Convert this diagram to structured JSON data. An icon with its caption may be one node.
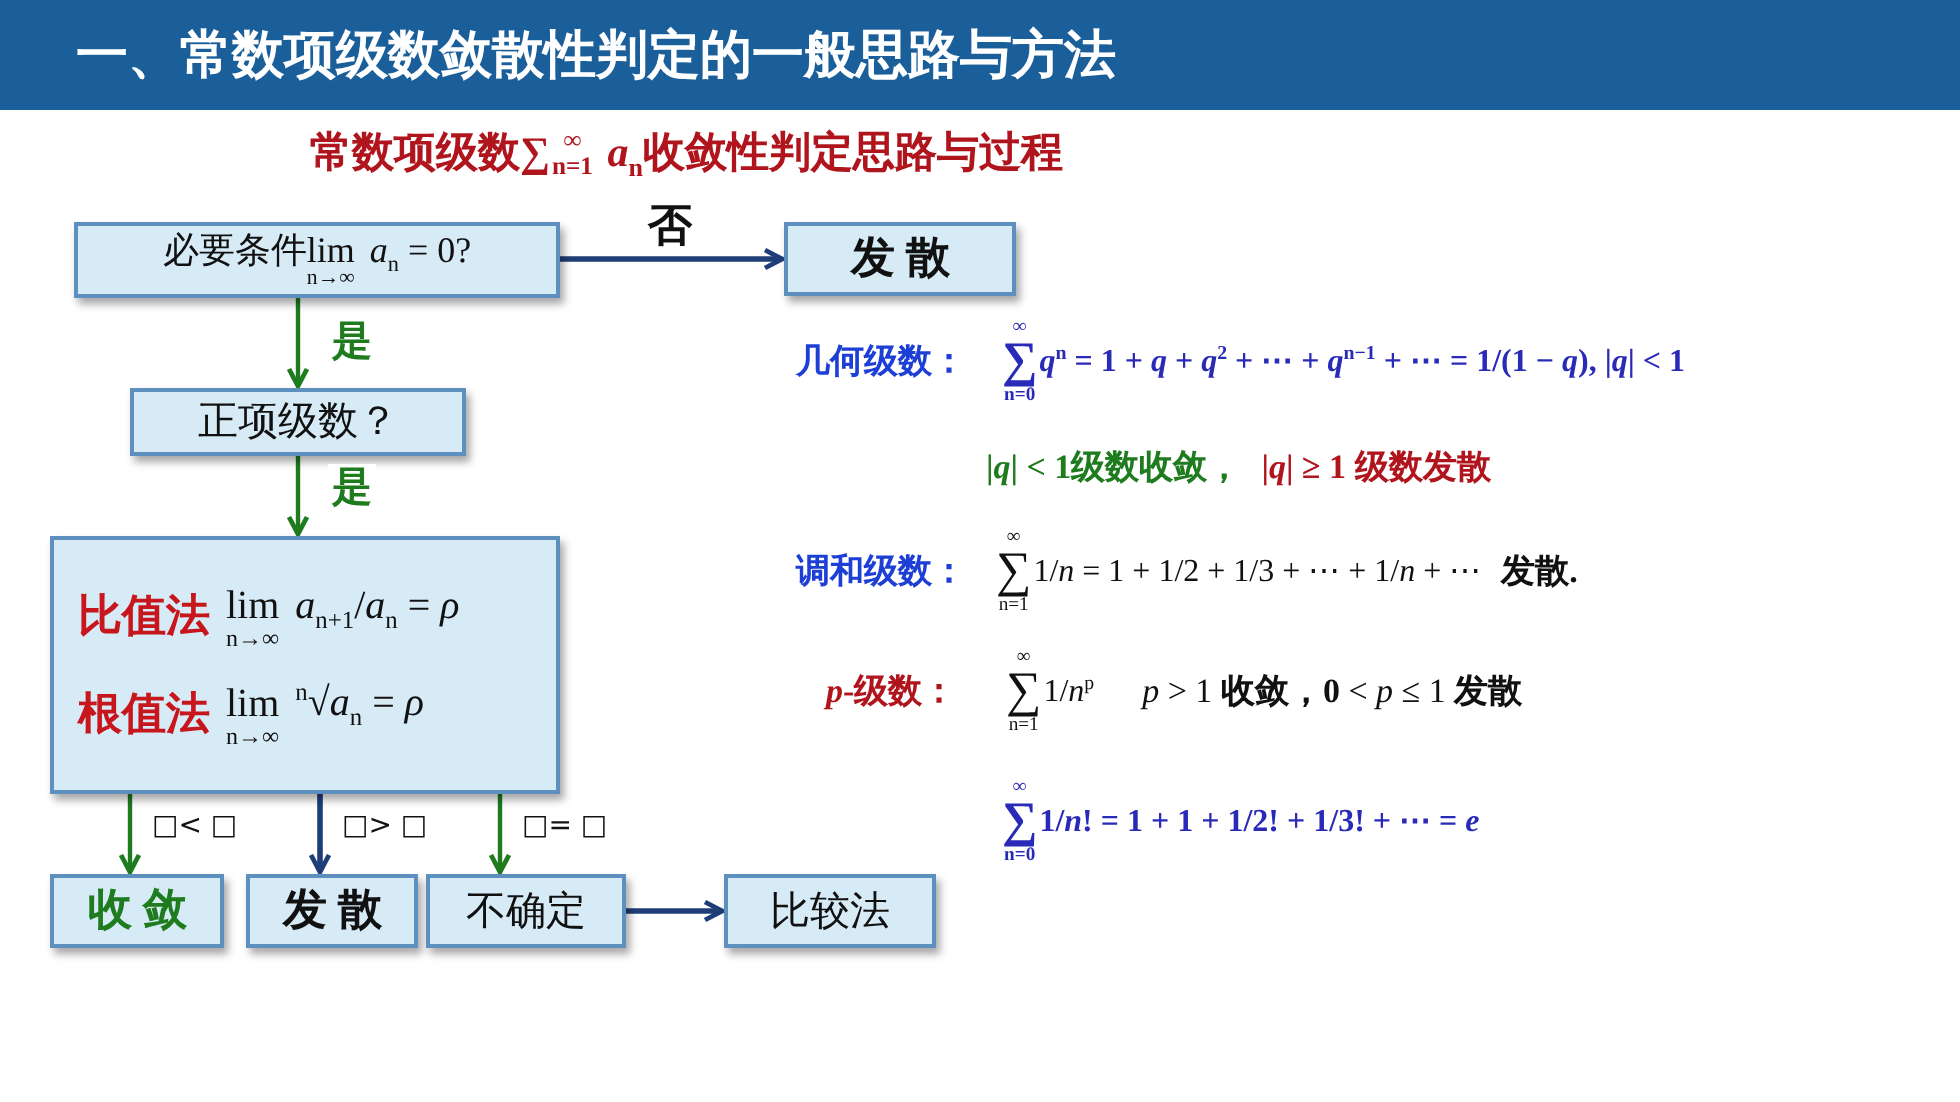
{
  "diagram": {
    "title": "一、常数项级数敛散性判定的一般思路与方法",
    "nodes": [
      {
        "text": [
          "必要条件lim$_{n→∞}$ *a*$_{n}$ = 0?"
        ]
      },
      {
        "text": [
          "发 散"
        ]
      },
      {
        "text": [
          "正项级数？"
        ]
      },
      {
        "text": [
          "比值法",
          "lim$_{n→∞}$ *a*$_{n+1}$/*a*$_{n}$ = *ρ*",
          "根值法",
          "lim$_{n→∞}$ $^{n}$√*a*$_{n}$ = *ρ*"
        ]
      },
      {
        "text": [
          "收 敛"
        ]
      },
      {
        "text": [
          "发 散"
        ]
      },
      {
        "text": [
          "不确定"
        ]
      },
      {
        "text": [
          "比较法"
        ]
      }
    ],
    "edges": [
      {
        "from": 0,
        "to": 1,
        "arrow": "to",
        "label": "否",
        "color": "#1f3e78"
      },
      {
        "from": 0,
        "to": 2,
        "arrow": "to",
        "label": "是"
      },
      {
        "from": 2,
        "to": 3,
        "arrow": "to",
        "label": "是"
      },
      {
        "from": 3,
        "to": 4,
        "arrow": "to",
        "label": "□< □"
      },
      {
        "from": 3,
        "to": 5,
        "arrow": "to",
        "label": "□> □",
        "color": "#1f3e78"
      },
      {
        "from": 3,
        "to": 6,
        "arrow": "to",
        "label": "□= □"
      },
      {
        "from": 6,
        "to": 7,
        "arrow": "to",
        "color": "#1f3e78"
      }
    ],
    "labels": [
      "常数项级数∑$_{n=1}$$^{∞}$ *a*$_{n}$收敛性判定思路与过程",
      "几何级数：",
      "∑$_{n=0}$$^{∞}$*q*$^{n}$ = 1 + *q* + *q*$^{2}$ + ⋯ + *q*$^{n−1}$ + ⋯ = 1/(1 − *q*), |*q*| < 1",
      "|*q*| < 1级数收敛，",
      "|*q*| ≥ 1 级数发散",
      "调和级数：",
      "∑$_{n=1}$$^{∞}$1/*n* = 1 + 1/2 + 1/3 + ⋯ + 1/*n* + ⋯",
      "发散.",
      "*p*-级数：",
      "∑$_{n=1}$$^{∞}$1/*n*$^{p}$",
      "*p* > 1 **收敛，0** < *p* ≤ 1 **发散**",
      "∑$_{n=0}$$^{∞}$1/*n*! = 1 + 1 + 1/2! + 1/3! + ⋯ = *e*"
    ]
  }
}
